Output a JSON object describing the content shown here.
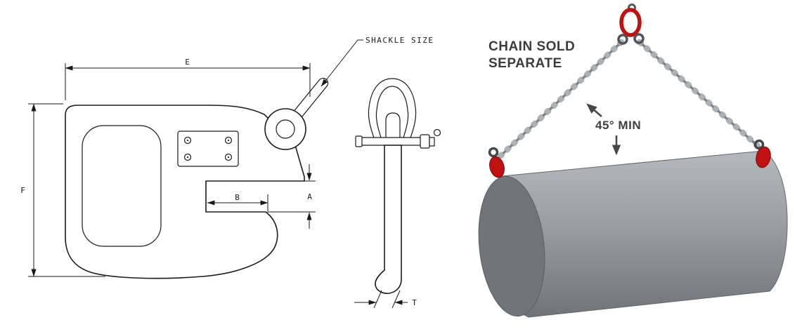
{
  "front_view": {
    "dim_e": "E",
    "dim_f": "F",
    "dim_a": "A",
    "dim_b": "B",
    "shackle_size_label": "SHACKLE SIZE"
  },
  "side_view": {
    "dim_t": "T"
  },
  "illustration": {
    "chain_note_line1": "CHAIN SOLD",
    "chain_note_line2": "SEPARATE",
    "angle_label": "45° MIN"
  },
  "colors": {
    "line": "#1a1a1a",
    "red": "#c01010",
    "red_dark": "#7e0a0a",
    "chain_light": "#adb2b7",
    "chain_dark": "#7e8489",
    "pipe_top": "#b4b9be",
    "pipe_bottom": "#6f7479",
    "pipe_face": "#70757a",
    "note_text": "#3c3c3e",
    "arrow": "#47474a"
  }
}
